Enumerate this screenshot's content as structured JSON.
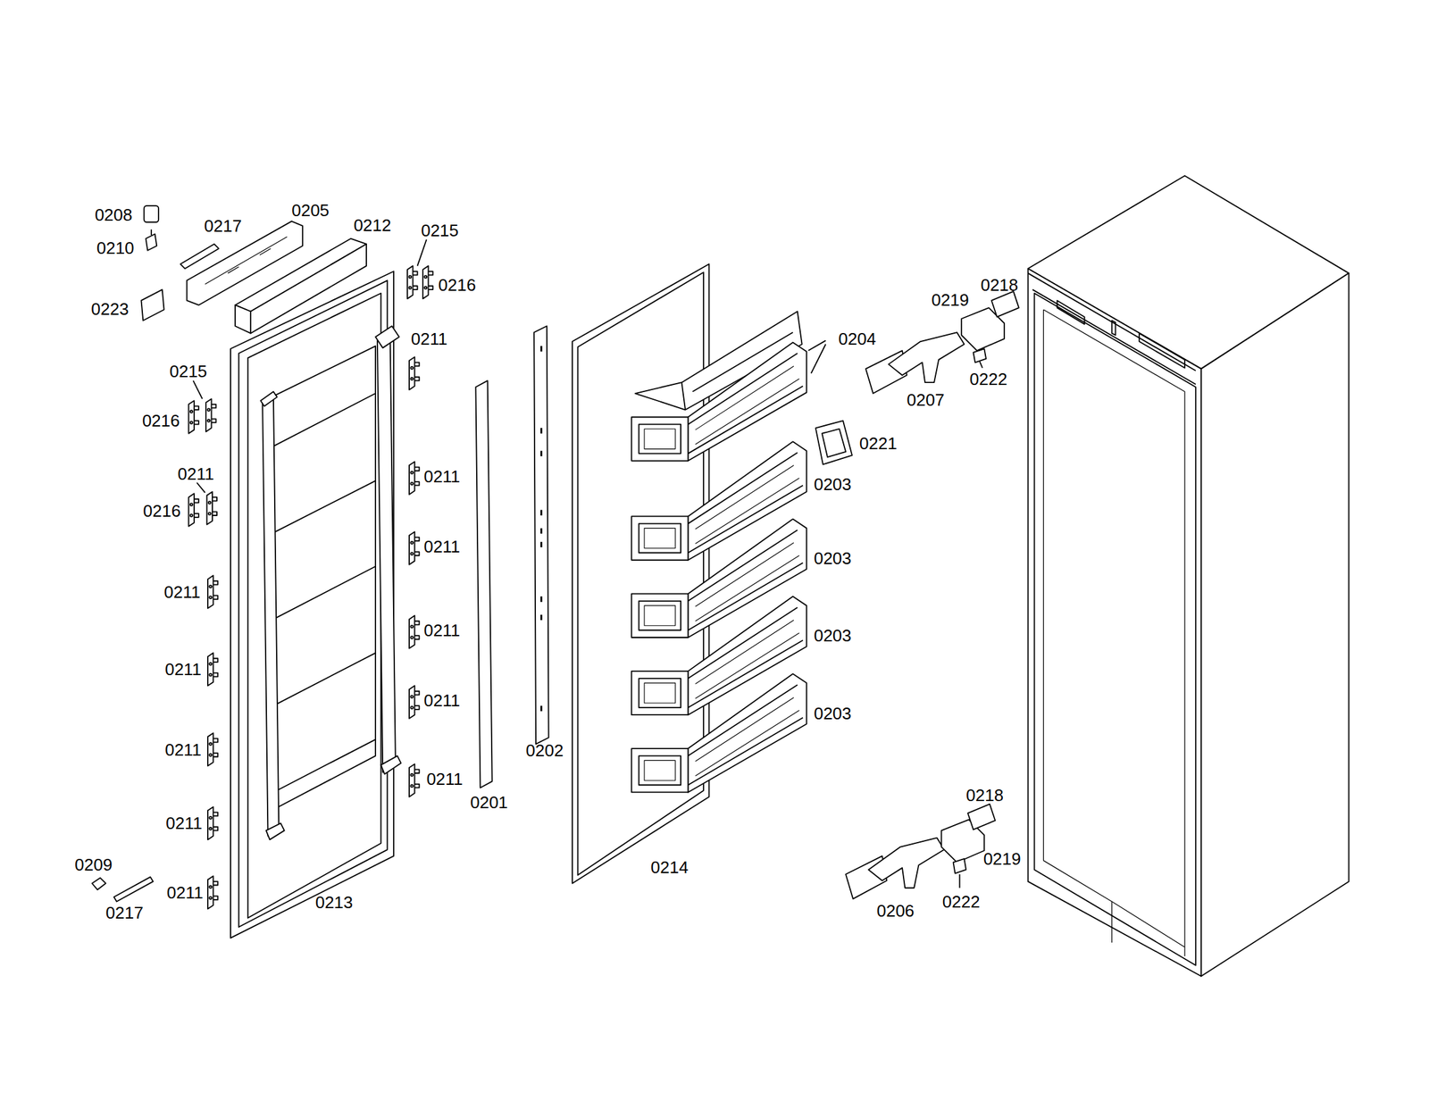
{
  "diagram": {
    "labels": [
      "0208",
      "0217",
      "0205",
      "0212",
      "0215",
      "0210",
      "0216",
      "0223",
      "0219",
      "0218",
      "0211",
      "0204",
      "0215",
      "0207",
      "0222",
      "0216",
      "0221",
      "0211",
      "0211",
      "0203",
      "0216",
      "0211",
      "0203",
      "0211",
      "0211",
      "0203",
      "0211",
      "0211",
      "0203",
      "0202",
      "0211",
      "0211",
      "0218",
      "0201",
      "0211",
      "0219",
      "0209",
      "0214",
      "0211",
      "0213",
      "0206",
      "0222",
      "0217"
    ]
  }
}
